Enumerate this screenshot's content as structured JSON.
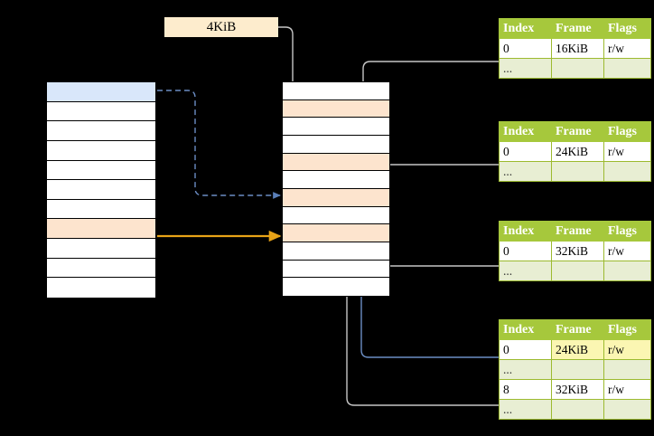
{
  "diagram": {
    "title_label": "4KiB",
    "accent_colors": {
      "header_green": "#a6c83c",
      "alt_row": "#e8eed3",
      "highlight_yellow": "#fbf6b2",
      "peach": "#fde4ce",
      "blue_row": "#d9e7fa",
      "orange_arrow": "#e8a317",
      "blue_arrow": "#6b8dc4",
      "gray_arrow": "#c9c9c9"
    }
  },
  "page_size_label": {
    "text": "4KiB"
  },
  "left_column": {
    "name": "virtual-address-space",
    "row_count": 11,
    "rows": [
      {
        "index": 0,
        "fill": "blue",
        "label": ""
      },
      {
        "index": 1,
        "fill": "white",
        "label": ""
      },
      {
        "index": 2,
        "fill": "white",
        "label": ""
      },
      {
        "index": 3,
        "fill": "white",
        "label": ""
      },
      {
        "index": 4,
        "fill": "white",
        "label": ""
      },
      {
        "index": 5,
        "fill": "white",
        "label": ""
      },
      {
        "index": 6,
        "fill": "white",
        "label": ""
      },
      {
        "index": 7,
        "fill": "peach",
        "label": ""
      },
      {
        "index": 8,
        "fill": "white",
        "label": ""
      },
      {
        "index": 9,
        "fill": "white",
        "label": ""
      },
      {
        "index": 10,
        "fill": "white",
        "label": ""
      }
    ]
  },
  "middle_column": {
    "name": "physical-memory",
    "row_count": 12,
    "rows": [
      {
        "index": 0,
        "fill": "white",
        "label": ""
      },
      {
        "index": 1,
        "fill": "peach",
        "label": ""
      },
      {
        "index": 2,
        "fill": "white",
        "label": ""
      },
      {
        "index": 3,
        "fill": "white",
        "label": ""
      },
      {
        "index": 4,
        "fill": "peach",
        "label": ""
      },
      {
        "index": 5,
        "fill": "white",
        "label": ""
      },
      {
        "index": 6,
        "fill": "peach",
        "label": ""
      },
      {
        "index": 7,
        "fill": "white",
        "label": ""
      },
      {
        "index": 8,
        "fill": "peach",
        "label": ""
      },
      {
        "index": 9,
        "fill": "white",
        "label": ""
      },
      {
        "index": 10,
        "fill": "white",
        "label": ""
      },
      {
        "index": 11,
        "fill": "white",
        "label": ""
      }
    ]
  },
  "page_tables": [
    {
      "name": "page-table-1",
      "headers": [
        "Index",
        "Frame",
        "Flags"
      ],
      "rows": [
        {
          "style": "data",
          "cells": [
            "0",
            "16KiB",
            "r/w"
          ],
          "highlight": [
            false,
            false,
            false
          ]
        },
        {
          "style": "alt",
          "cells": [
            "...",
            "",
            ""
          ],
          "highlight": [
            false,
            false,
            false
          ]
        }
      ]
    },
    {
      "name": "page-table-2",
      "headers": [
        "Index",
        "Frame",
        "Flags"
      ],
      "rows": [
        {
          "style": "data",
          "cells": [
            "0",
            "24KiB",
            "r/w"
          ],
          "highlight": [
            false,
            false,
            false
          ]
        },
        {
          "style": "alt",
          "cells": [
            "...",
            "",
            ""
          ],
          "highlight": [
            false,
            false,
            false
          ]
        }
      ]
    },
    {
      "name": "page-table-3",
      "headers": [
        "Index",
        "Frame",
        "Flags"
      ],
      "rows": [
        {
          "style": "data",
          "cells": [
            "0",
            "32KiB",
            "r/w"
          ],
          "highlight": [
            false,
            false,
            false
          ]
        },
        {
          "style": "alt",
          "cells": [
            "...",
            "",
            ""
          ],
          "highlight": [
            false,
            false,
            false
          ]
        }
      ]
    },
    {
      "name": "page-table-4",
      "headers": [
        "Index",
        "Frame",
        "Flags"
      ],
      "rows": [
        {
          "style": "data",
          "cells": [
            "0",
            "24KiB",
            "r/w"
          ],
          "highlight": [
            false,
            true,
            true
          ]
        },
        {
          "style": "alt",
          "cells": [
            "...",
            "",
            ""
          ],
          "highlight": [
            false,
            false,
            false
          ]
        },
        {
          "style": "data",
          "cells": [
            "8",
            "32KiB",
            "r/w"
          ],
          "highlight": [
            false,
            false,
            false
          ]
        },
        {
          "style": "alt",
          "cells": [
            "...",
            "",
            ""
          ],
          "highlight": [
            false,
            false,
            false
          ]
        }
      ]
    }
  ]
}
